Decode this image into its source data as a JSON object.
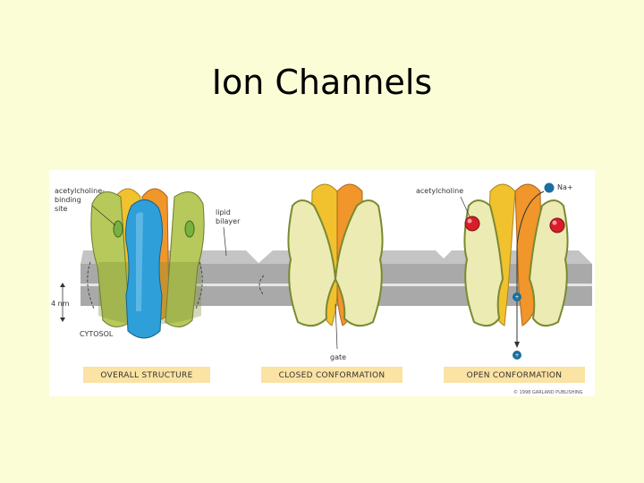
{
  "slide": {
    "title": "Ion Channels"
  },
  "figure": {
    "panel_overall": {
      "caption": "OVERALL STRUCTURE",
      "label_binding_line1": "acetylcholine-",
      "label_binding_line2": "binding",
      "label_binding_line3": "site",
      "label_lipid_line1": "lipid",
      "label_lipid_line2": "bilayer",
      "label_thickness": "4 nm",
      "label_cytosol": "CYTOSOL"
    },
    "panel_closed": {
      "caption": "CLOSED CONFORMATION",
      "label_gate": "gate"
    },
    "panel_open": {
      "caption": "OPEN CONFORMATION",
      "label_ligand": "acetylcholine",
      "label_ion": "Na+",
      "ion_sign": "+"
    },
    "copyright": "© 1998 GARLAND PUBLISHING",
    "colors": {
      "membrane": "#b0b0b0",
      "membrane_dark": "#8a8a8a",
      "subunit_yellow": "#f2c12e",
      "subunit_orange": "#f0962a",
      "subunit_green": "#b6c95a",
      "subunit_blue": "#2e9fd8",
      "subunit_pale": "#ecebb4",
      "ligand_red": "#d81d2a",
      "ion_blue": "#1a6fa0",
      "caption_bar": "#fbe3a4"
    }
  }
}
